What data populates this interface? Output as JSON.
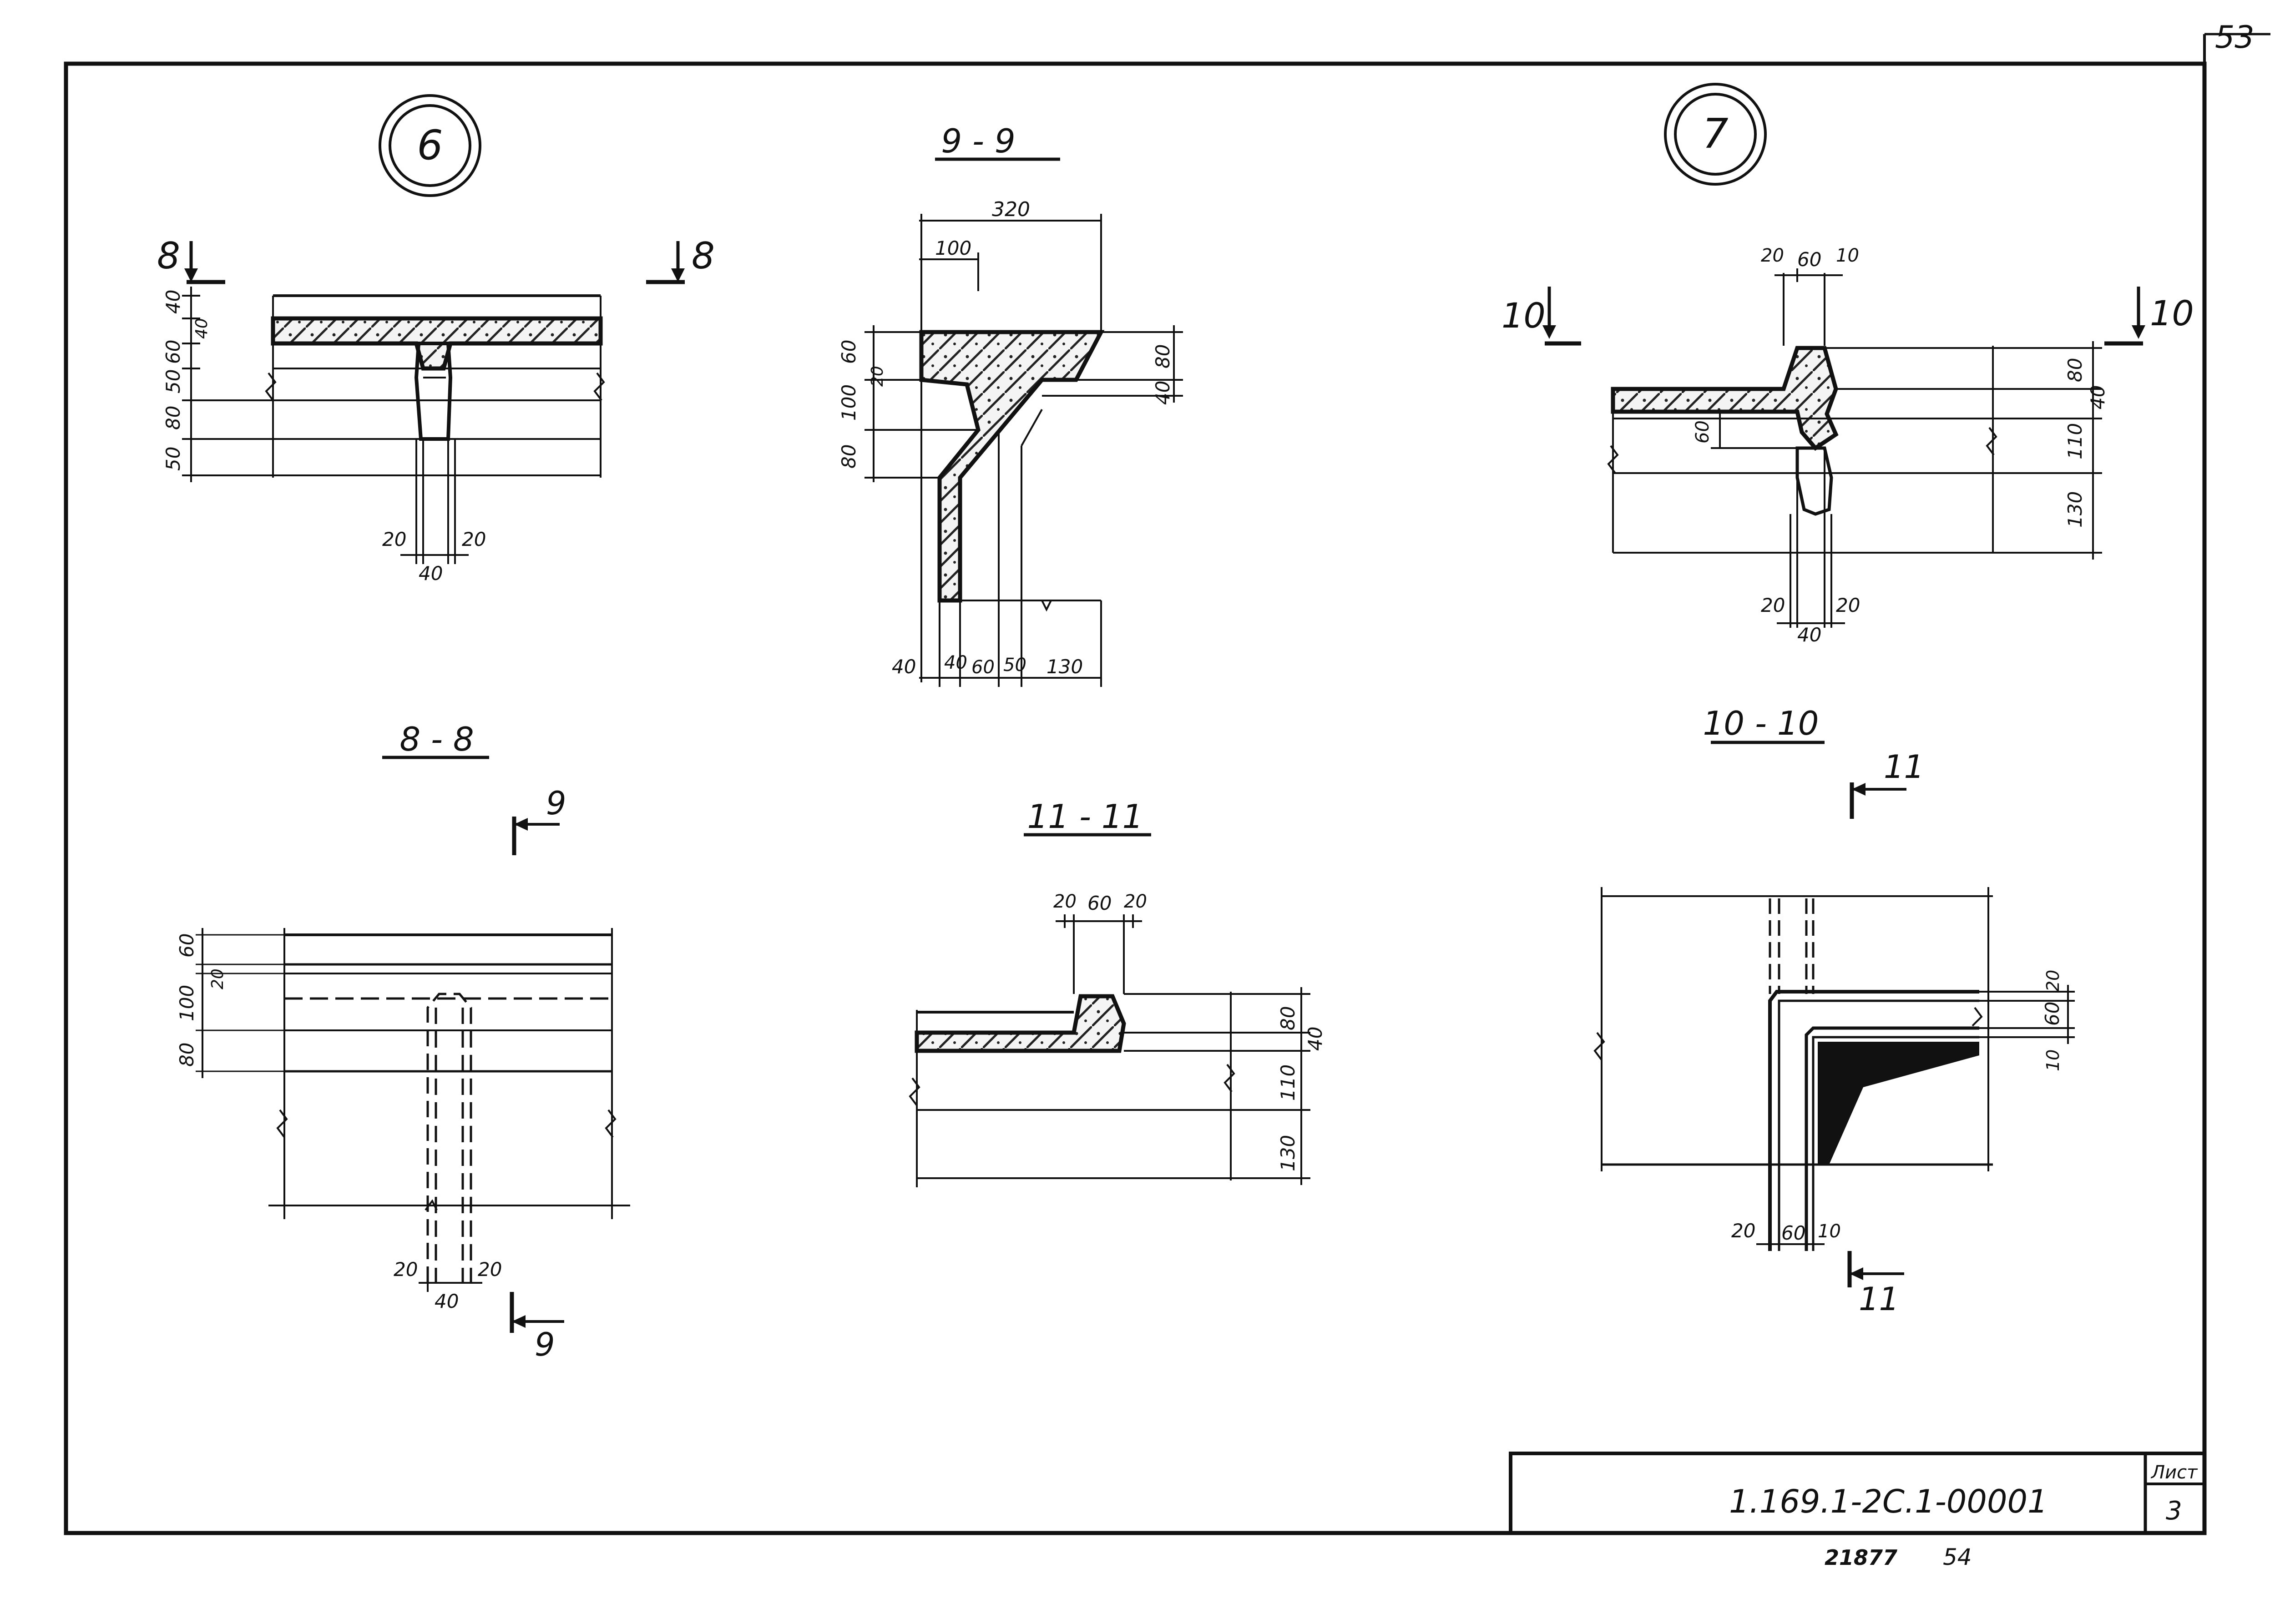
{
  "sheet": {
    "page_number": "53",
    "document_code": "1.169.1-2С.1-00001",
    "sheet_label": "Лист",
    "sheet_number": "3",
    "stamp_number": "21877",
    "stamp_suffix": "54"
  },
  "callouts": {
    "node_6": "6",
    "node_7": "7"
  },
  "section_titles": {
    "s9": "9 - 9",
    "s8": "8 - 8",
    "s11": "11 - 11",
    "s10": "10 - 10"
  },
  "cut_marks": {
    "c8": "8",
    "c9": "9",
    "c10": "10",
    "c11": "11"
  },
  "dimensions": {
    "n6_v1": "40",
    "n6_v2": "40",
    "n6_v3": "60",
    "n6_v4": "50",
    "n6_v5": "80",
    "n6_v6": "50",
    "n6_b1": "20",
    "n6_b2": "40",
    "n6_b3": "20",
    "s9_t1": "320",
    "s9_t2": "100",
    "s9_v1": "60",
    "s9_v2": "20",
    "s9_v3": "100",
    "s9_v4": "80",
    "s9_r1": "80",
    "s9_r2": "40",
    "s9_b1": "40",
    "s9_b2": "40",
    "s9_b3": "60",
    "s9_b4": "50",
    "s9_b5": "130",
    "n7_t1": "20",
    "n7_t2": "60",
    "n7_t3": "10",
    "n7_r1": "80",
    "n7_r2": "40",
    "n7_r3": "110",
    "n7_r4": "130",
    "n7_l1": "60",
    "n7_b1": "20",
    "n7_b2": "40",
    "n7_b3": "20",
    "s8_v1": "60",
    "s8_v2": "20",
    "s8_v3": "100",
    "s8_v4": "80",
    "s8_b1": "20",
    "s8_b2": "40",
    "s8_b3": "20",
    "s11_t1": "20",
    "s11_t2": "60",
    "s11_t3": "20",
    "s11_r1": "80",
    "s11_r2": "40",
    "s11_r3": "110",
    "s11_r4": "130",
    "s10_r1": "20",
    "s10_r2": "60",
    "s10_r3": "10",
    "s10_b1": "20",
    "s10_b2": "60",
    "s10_b3": "10"
  }
}
